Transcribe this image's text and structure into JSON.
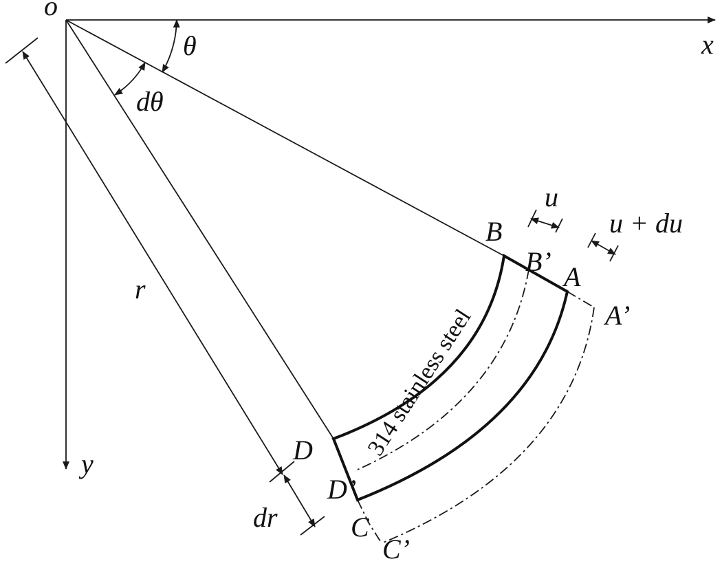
{
  "labels": {
    "origin": "o",
    "x_axis": "x",
    "y_axis": "y",
    "theta": "θ",
    "d_theta": "dθ",
    "radius": "r",
    "d_radius": "dr",
    "displacement_u": "u",
    "displacement_u_du": "u + du",
    "point_a": "A",
    "point_a_prime": "A’",
    "point_b": "B",
    "point_b_prime": "B’",
    "point_c": "C",
    "point_c_prime": "C’",
    "point_d": "D",
    "point_d_prime": "D’"
  },
  "material": {
    "name": "314 stainless steel"
  }
}
